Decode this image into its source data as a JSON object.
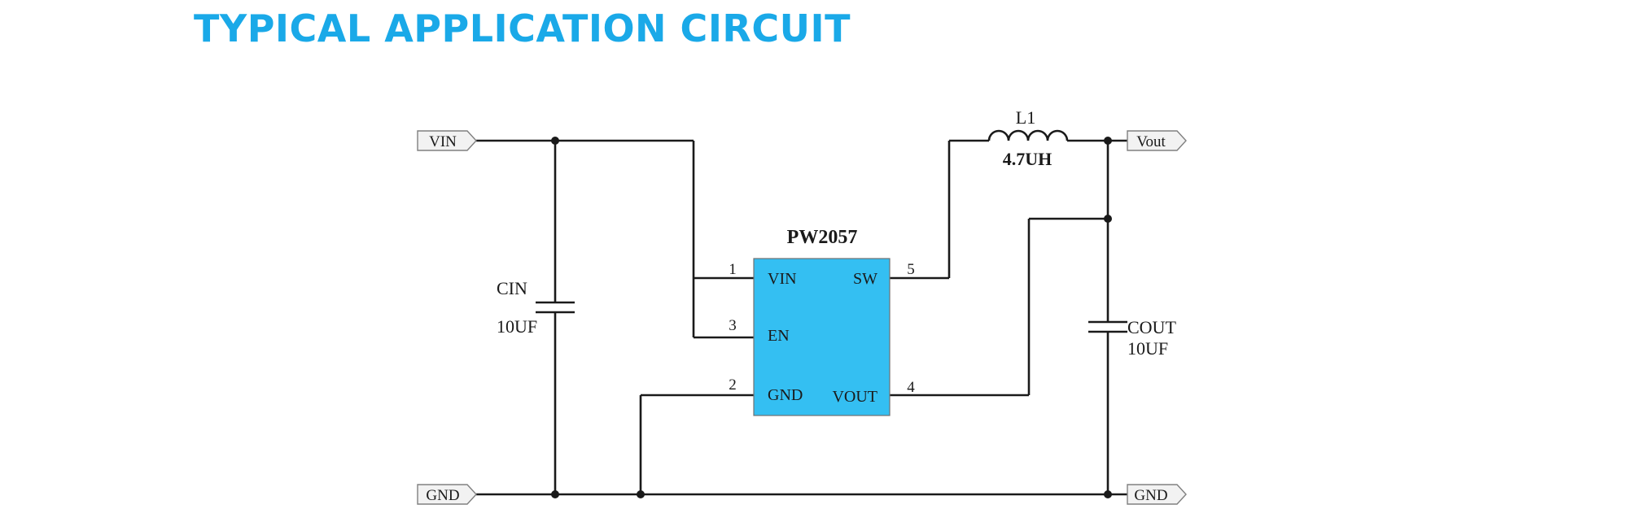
{
  "title": "TYPICAL APPLICATION CIRCUIT",
  "colors": {
    "title": "#1aa9e8",
    "ic_fill": "#34bff2",
    "wire": "#1a1a1a",
    "port_fill": "#f2f2f2"
  },
  "ic": {
    "name": "PW2057",
    "pins": {
      "vin": {
        "label": "VIN",
        "number": "1"
      },
      "en": {
        "label": "EN",
        "number": "3"
      },
      "gnd": {
        "label": "GND",
        "number": "2"
      },
      "sw": {
        "label": "SW",
        "number": "5"
      },
      "vout": {
        "label": "VOUT",
        "number": "4"
      }
    }
  },
  "ports": {
    "vin": "VIN",
    "vout": "Vout",
    "gnd_left": "GND",
    "gnd_right": "GND"
  },
  "components": {
    "cin": {
      "name": "CIN",
      "value": "10UF"
    },
    "cout": {
      "name": "COUT",
      "value": "10UF"
    },
    "l1": {
      "name": "L1",
      "value": "4.7UH"
    }
  }
}
